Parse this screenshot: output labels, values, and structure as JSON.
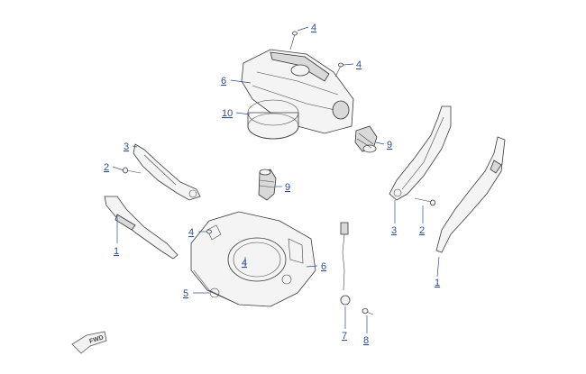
{
  "diagram": {
    "callouts": [
      {
        "id": "c-4a",
        "label": "4"
      },
      {
        "id": "c-4b",
        "label": "4"
      },
      {
        "id": "c-6a",
        "label": "6"
      },
      {
        "id": "c-10",
        "label": "10"
      },
      {
        "id": "c-9a",
        "label": "9"
      },
      {
        "id": "c-3a",
        "label": "3"
      },
      {
        "id": "c-2a",
        "label": "2"
      },
      {
        "id": "c-9b",
        "label": "9"
      },
      {
        "id": "c-1a",
        "label": "1"
      },
      {
        "id": "c-3b",
        "label": "3"
      },
      {
        "id": "c-2b",
        "label": "2"
      },
      {
        "id": "c-4c",
        "label": "4"
      },
      {
        "id": "c-4d",
        "label": "4"
      },
      {
        "id": "c-6b",
        "label": "6"
      },
      {
        "id": "c-5",
        "label": "5"
      },
      {
        "id": "c-1b",
        "label": "1"
      },
      {
        "id": "c-7",
        "label": "7"
      },
      {
        "id": "c-8",
        "label": "8"
      }
    ],
    "fwd_label": "FWD"
  }
}
